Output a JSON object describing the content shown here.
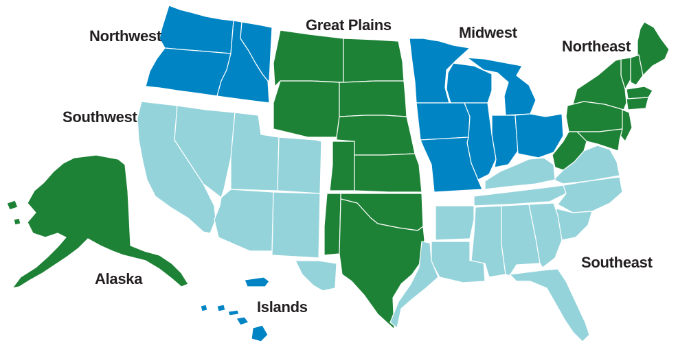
{
  "map": {
    "colors": {
      "dark_blue": "#0084c3",
      "green": "#1e8236",
      "light_blue": "#95d3db",
      "label_text": "#231f20"
    },
    "regions": [
      {
        "id": "northwest",
        "label": "Northwest",
        "color": "dark_blue"
      },
      {
        "id": "great-plains",
        "label": "Great Plains",
        "color": "green"
      },
      {
        "id": "midwest",
        "label": "Midwest",
        "color": "dark_blue"
      },
      {
        "id": "northeast",
        "label": "Northeast",
        "color": "green"
      },
      {
        "id": "southwest",
        "label": "Southwest",
        "color": "light_blue"
      },
      {
        "id": "southeast",
        "label": "Southeast",
        "color": "light_blue"
      },
      {
        "id": "alaska",
        "label": "Alaska",
        "color": "green"
      },
      {
        "id": "islands",
        "label": "Islands",
        "color": "dark_blue"
      }
    ]
  }
}
